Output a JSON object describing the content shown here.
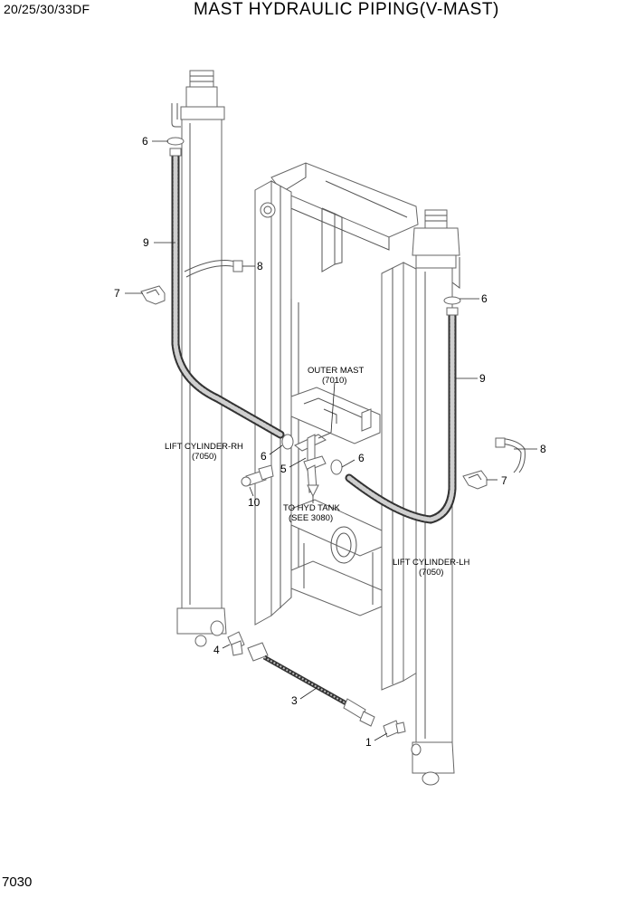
{
  "header": {
    "model": "20/25/30/33DF",
    "title": "MAST HYDRAULIC PIPING(V-MAST)"
  },
  "footer": {
    "page": "7030"
  },
  "labels": {
    "outer_mast": "OUTER MAST",
    "outer_mast_code": "(7010)",
    "lift_cyl_rh": "LIFT CYLINDER-RH",
    "lift_cyl_rh_code": "(7050)",
    "lift_cyl_lh": "LIFT CYLINDER-LH",
    "lift_cyl_lh_code": "(7050)",
    "hyd_tank": "TO HYD TANK",
    "hyd_tank_ref": "(SEE 3080)"
  },
  "callouts": {
    "c6a": "6",
    "c9a": "9",
    "c8a": "8",
    "c7a": "7",
    "c6b": "6",
    "c9b": "9",
    "c8b": "8",
    "c7b": "7",
    "c6c": "6",
    "c5": "5",
    "c6d": "6",
    "c10": "10",
    "c4": "4",
    "c3": "3",
    "c1": "1"
  }
}
